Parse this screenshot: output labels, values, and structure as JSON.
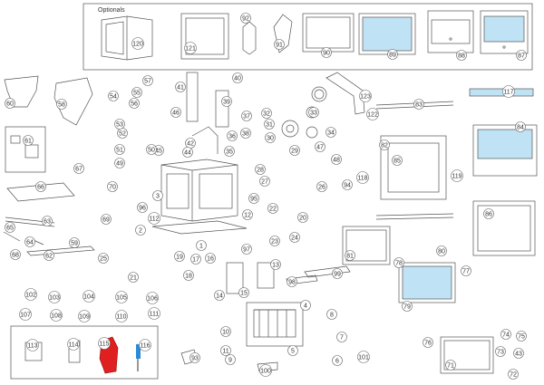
{
  "optionals_label": "Optionals",
  "colors": {
    "line": "#555555",
    "glass": "#bfe3f5",
    "red": "#e02020",
    "blue": "#2a8ad6",
    "callout_fill": "#ffffff"
  },
  "parts": [
    "1",
    "2",
    "3",
    "4",
    "5",
    "6",
    "7",
    "8",
    "9",
    "10",
    "11",
    "12",
    "13",
    "14",
    "15",
    "16",
    "17",
    "18",
    "19",
    "20",
    "21",
    "22",
    "23",
    "24",
    "25",
    "26",
    "27",
    "28",
    "29",
    "30",
    "31",
    "32",
    "33",
    "34",
    "35",
    "36",
    "37",
    "38",
    "39",
    "40",
    "41",
    "42",
    "43",
    "44",
    "45",
    "46",
    "47",
    "48",
    "49",
    "50",
    "51",
    "52",
    "53",
    "54",
    "55",
    "56",
    "57",
    "58",
    "59",
    "60",
    "61",
    "62",
    "63",
    "64",
    "65",
    "66",
    "67",
    "68",
    "69",
    "70",
    "71",
    "72",
    "73",
    "74",
    "75",
    "76",
    "77",
    "78",
    "79",
    "80",
    "81",
    "82",
    "83",
    "84",
    "85",
    "86",
    "87",
    "88",
    "89",
    "90",
    "91",
    "92",
    "93",
    "94",
    "95",
    "96",
    "97",
    "98",
    "99",
    "100",
    "101",
    "102",
    "103",
    "104",
    "105",
    "106",
    "107",
    "108",
    "109",
    "110",
    "111",
    "112",
    "113",
    "114",
    "115",
    "116",
    "117",
    "118",
    "119",
    "120",
    "121",
    "122",
    "123"
  ]
}
